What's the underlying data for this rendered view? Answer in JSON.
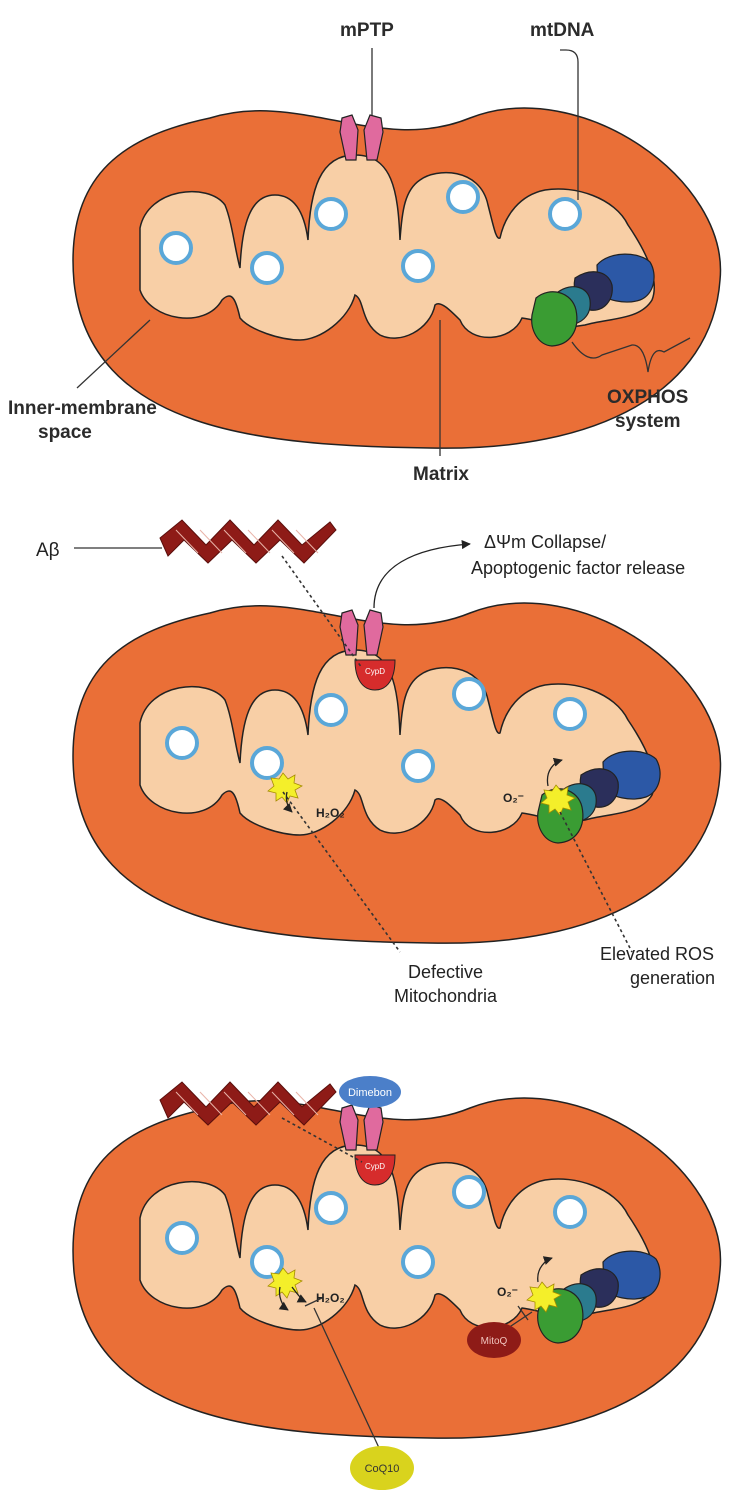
{
  "colors": {
    "outer_membrane": "#ea6f37",
    "matrix": "#f8cfa6",
    "mtdna_ring": "#5aa7d8",
    "mptp": "#e06a9e",
    "amyloid": "#8e1b17",
    "complex_1": "#3a9c33",
    "complex_2": "#2b7b8e",
    "complex_3": "#2b2f5b",
    "complex_4": "#2c58a6",
    "cypd": "#d62c2c",
    "ros_burst": "#f4ef2a",
    "dimebon": "#4b7fc9",
    "mitoq": "#8e1b17",
    "coq10": "#d9d31d"
  },
  "panel1": {
    "mptp_label": "mPTP",
    "mtdna_label": "mtDNA",
    "inner_membrane_label_1": "Inner-membrane",
    "inner_membrane_label_2": "space",
    "matrix_label": "Matrix",
    "oxphos_label_1": "OXPHOS",
    "oxphos_label_2": "system"
  },
  "panel2": {
    "abeta_label": "Aβ",
    "collapse_label_1": "ΔΨm Collapse/",
    "collapse_label_2": "Apoptogenic factor release",
    "cypd_label": "CypD",
    "h2o2_label": "H₂O₂",
    "superoxide_label": "O₂⁻",
    "defective_label_1": "Defective",
    "defective_label_2": "Mitochondria",
    "ros_label_1": "Elevated ROS",
    "ros_label_2": "generation"
  },
  "panel3": {
    "dimebon_label": "Dimebon",
    "cypd_label": "CypD",
    "h2o2_label": "H₂O₂",
    "superoxide_label": "O₂⁻",
    "mitoq_label": "MitoQ",
    "coq10_label": "CoQ10"
  }
}
